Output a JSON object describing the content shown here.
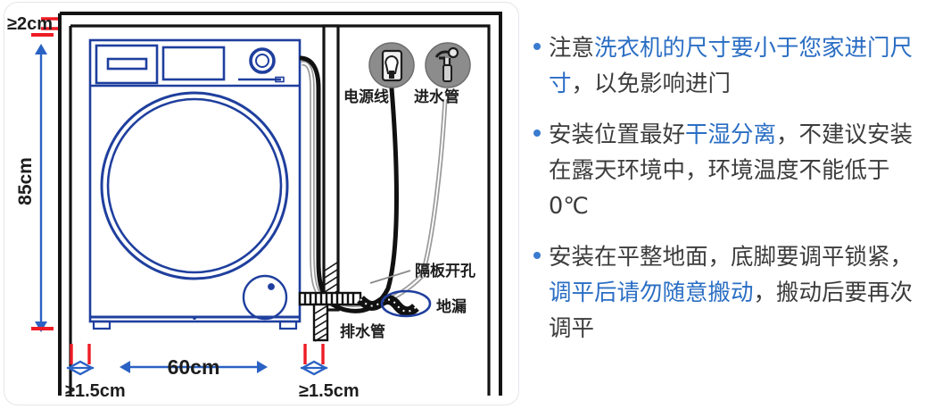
{
  "diagram": {
    "title": "washing-machine-installation-clearances",
    "dimensions": {
      "top_gap": "≥2cm",
      "height": "85cm",
      "width": "60cm",
      "left_gap": "≥1.5cm",
      "right_gap": "≥1.5cm"
    },
    "labels": {
      "power_cord": "电源线",
      "water_inlet_hose": "进水管",
      "partition_hole": "隔板开孔",
      "floor_drain": "地漏",
      "drain_hose": "排水管"
    },
    "icons": {
      "socket": "power-socket-icon",
      "faucet": "water-faucet-icon"
    },
    "colors": {
      "machine_outline": "#1f3f9e",
      "dimension_arrow": "#2a62c4",
      "red_tick": "#ee1c25",
      "cabinet": "#141414",
      "hose_gray": "#9a9a9a"
    }
  },
  "notes": {
    "items": [
      {
        "segments": [
          {
            "text": "注意",
            "highlight": false
          },
          {
            "text": "洗衣机的尺寸要小于您家进门尺寸",
            "highlight": true
          },
          {
            "text": "，以免影响进门",
            "highlight": false
          }
        ]
      },
      {
        "segments": [
          {
            "text": "安装位置最好",
            "highlight": false
          },
          {
            "text": "干湿分离",
            "highlight": true
          },
          {
            "text": "，不建议安装在露天环境中，环境温度不能低于0℃",
            "highlight": false
          }
        ]
      },
      {
        "segments": [
          {
            "text": "安装在平整地面，底脚要调平锁紧，",
            "highlight": false
          },
          {
            "text": "调平后请勿随意搬动",
            "highlight": true
          },
          {
            "text": "，搬动后要再次调平",
            "highlight": false
          }
        ]
      }
    ],
    "bullet_color": "#3a7bd0",
    "highlight_color": "#2a6ec4",
    "text_color": "#3c3c3c"
  }
}
